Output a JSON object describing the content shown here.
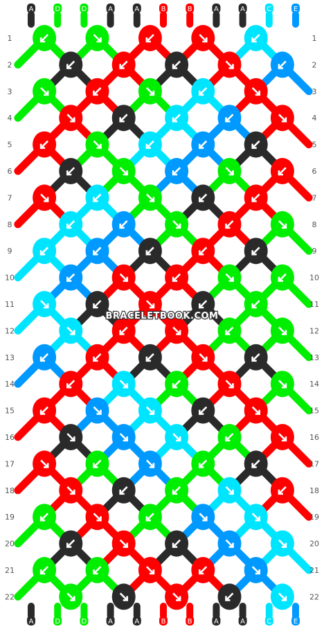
{
  "colors": {
    "A": "#2a2a2a",
    "B": "#ff0000",
    "C": "#00e5ff",
    "D": "#00ee00",
    "E": "#0099ff"
  },
  "strands_top": [
    "A",
    "D",
    "D",
    "A",
    "A",
    "B",
    "B",
    "A",
    "A",
    "C",
    "E"
  ],
  "strands_bottom": [
    "A",
    "D",
    "D",
    "A",
    "A",
    "B",
    "B",
    "A",
    "A",
    "C",
    "E"
  ],
  "row_labels": [
    "1",
    "2",
    "3",
    "4",
    "5",
    "6",
    "7",
    "8",
    "9",
    "10",
    "11",
    "12",
    "13",
    "14",
    "15",
    "16",
    "17",
    "18",
    "19",
    "20",
    "21",
    "22"
  ],
  "watermark": "BRACELETBOOK.COM",
  "knots": [
    [
      [
        "D",
        "f"
      ],
      [
        "D",
        "b"
      ],
      [
        "B",
        "f"
      ],
      [
        "B",
        "b"
      ],
      [
        "C",
        "f"
      ]
    ],
    [
      [
        "A",
        "f"
      ],
      [
        "B",
        "f"
      ],
      [
        "A",
        "f"
      ],
      [
        "B",
        "b"
      ],
      [
        "E",
        "f"
      ]
    ],
    [
      [
        "D",
        "b"
      ],
      [
        "B",
        "f"
      ],
      [
        "D",
        "b"
      ],
      [
        "C",
        "f"
      ],
      [
        "B",
        "b"
      ]
    ],
    [
      [
        "B",
        "b"
      ],
      [
        "A",
        "f"
      ],
      [
        "C",
        "f"
      ],
      [
        "E",
        "f"
      ],
      [
        "B",
        "b"
      ]
    ],
    [
      [
        "B",
        "f"
      ],
      [
        "D",
        "b"
      ],
      [
        "C",
        "f"
      ],
      [
        "E",
        "f"
      ],
      [
        "A",
        "f"
      ]
    ],
    [
      [
        "A",
        "f"
      ],
      [
        "D",
        "b"
      ],
      [
        "E",
        "f"
      ],
      [
        "D",
        "b"
      ],
      [
        "B",
        "f"
      ]
    ],
    [
      [
        "B",
        "b"
      ],
      [
        "C",
        "f"
      ],
      [
        "D",
        "b"
      ],
      [
        "A",
        "f"
      ],
      [
        "B",
        "f"
      ]
    ],
    [
      [
        "C",
        "f"
      ],
      [
        "E",
        "f"
      ],
      [
        "D",
        "b"
      ],
      [
        "B",
        "f"
      ],
      [
        "D",
        "b"
      ]
    ],
    [
      [
        "C",
        "f"
      ],
      [
        "E",
        "f"
      ],
      [
        "A",
        "f"
      ],
      [
        "B",
        "f"
      ],
      [
        "A",
        "f"
      ]
    ],
    [
      [
        "E",
        "f"
      ],
      [
        "B",
        "b"
      ],
      [
        "B",
        "f"
      ],
      [
        "D",
        "b"
      ],
      [
        "D",
        "f"
      ]
    ],
    [
      [
        "C",
        "b"
      ],
      [
        "A",
        "f"
      ],
      [
        "B",
        "b"
      ],
      [
        "A",
        "f"
      ],
      [
        "D",
        "f"
      ]
    ],
    [
      [
        "C",
        "b"
      ],
      [
        "B",
        "f"
      ],
      [
        "B",
        "b"
      ],
      [
        "D",
        "f"
      ],
      [
        "D",
        "b"
      ]
    ],
    [
      [
        "E",
        "f"
      ],
      [
        "B",
        "f"
      ],
      [
        "A",
        "f"
      ],
      [
        "B",
        "b"
      ],
      [
        "A",
        "f"
      ]
    ],
    [
      [
        "B",
        "f"
      ],
      [
        "C",
        "b"
      ],
      [
        "D",
        "f"
      ],
      [
        "B",
        "b"
      ],
      [
        "D",
        "b"
      ]
    ],
    [
      [
        "B",
        "f"
      ],
      [
        "E",
        "b"
      ],
      [
        "C",
        "b"
      ],
      [
        "A",
        "f"
      ],
      [
        "B",
        "b"
      ]
    ],
    [
      [
        "A",
        "b"
      ],
      [
        "E",
        "b"
      ],
      [
        "C",
        "b"
      ],
      [
        "D",
        "f"
      ],
      [
        "B",
        "b"
      ]
    ],
    [
      [
        "B",
        "b"
      ],
      [
        "D",
        "f"
      ],
      [
        "E",
        "b"
      ],
      [
        "D",
        "f"
      ],
      [
        "A",
        "f"
      ]
    ],
    [
      [
        "B",
        "b"
      ],
      [
        "A",
        "f"
      ],
      [
        "D",
        "f"
      ],
      [
        "C",
        "b"
      ],
      [
        "B",
        "f"
      ]
    ],
    [
      [
        "D",
        "f"
      ],
      [
        "B",
        "b"
      ],
      [
        "D",
        "f"
      ],
      [
        "E",
        "b"
      ],
      [
        "C",
        "b"
      ]
    ],
    [
      [
        "A",
        "f"
      ],
      [
        "B",
        "b"
      ],
      [
        "A",
        "f"
      ],
      [
        "E",
        "b"
      ],
      [
        "C",
        "b"
      ]
    ],
    [
      [
        "D",
        "f"
      ],
      [
        "D",
        "f"
      ],
      [
        "B",
        "b"
      ],
      [
        "B",
        "f"
      ],
      [
        "E",
        "b"
      ]
    ],
    [
      [
        "D",
        "b"
      ],
      [
        "A",
        "b"
      ],
      [
        "B",
        "b"
      ],
      [
        "A",
        "f"
      ],
      [
        "C",
        "b"
      ]
    ]
  ]
}
